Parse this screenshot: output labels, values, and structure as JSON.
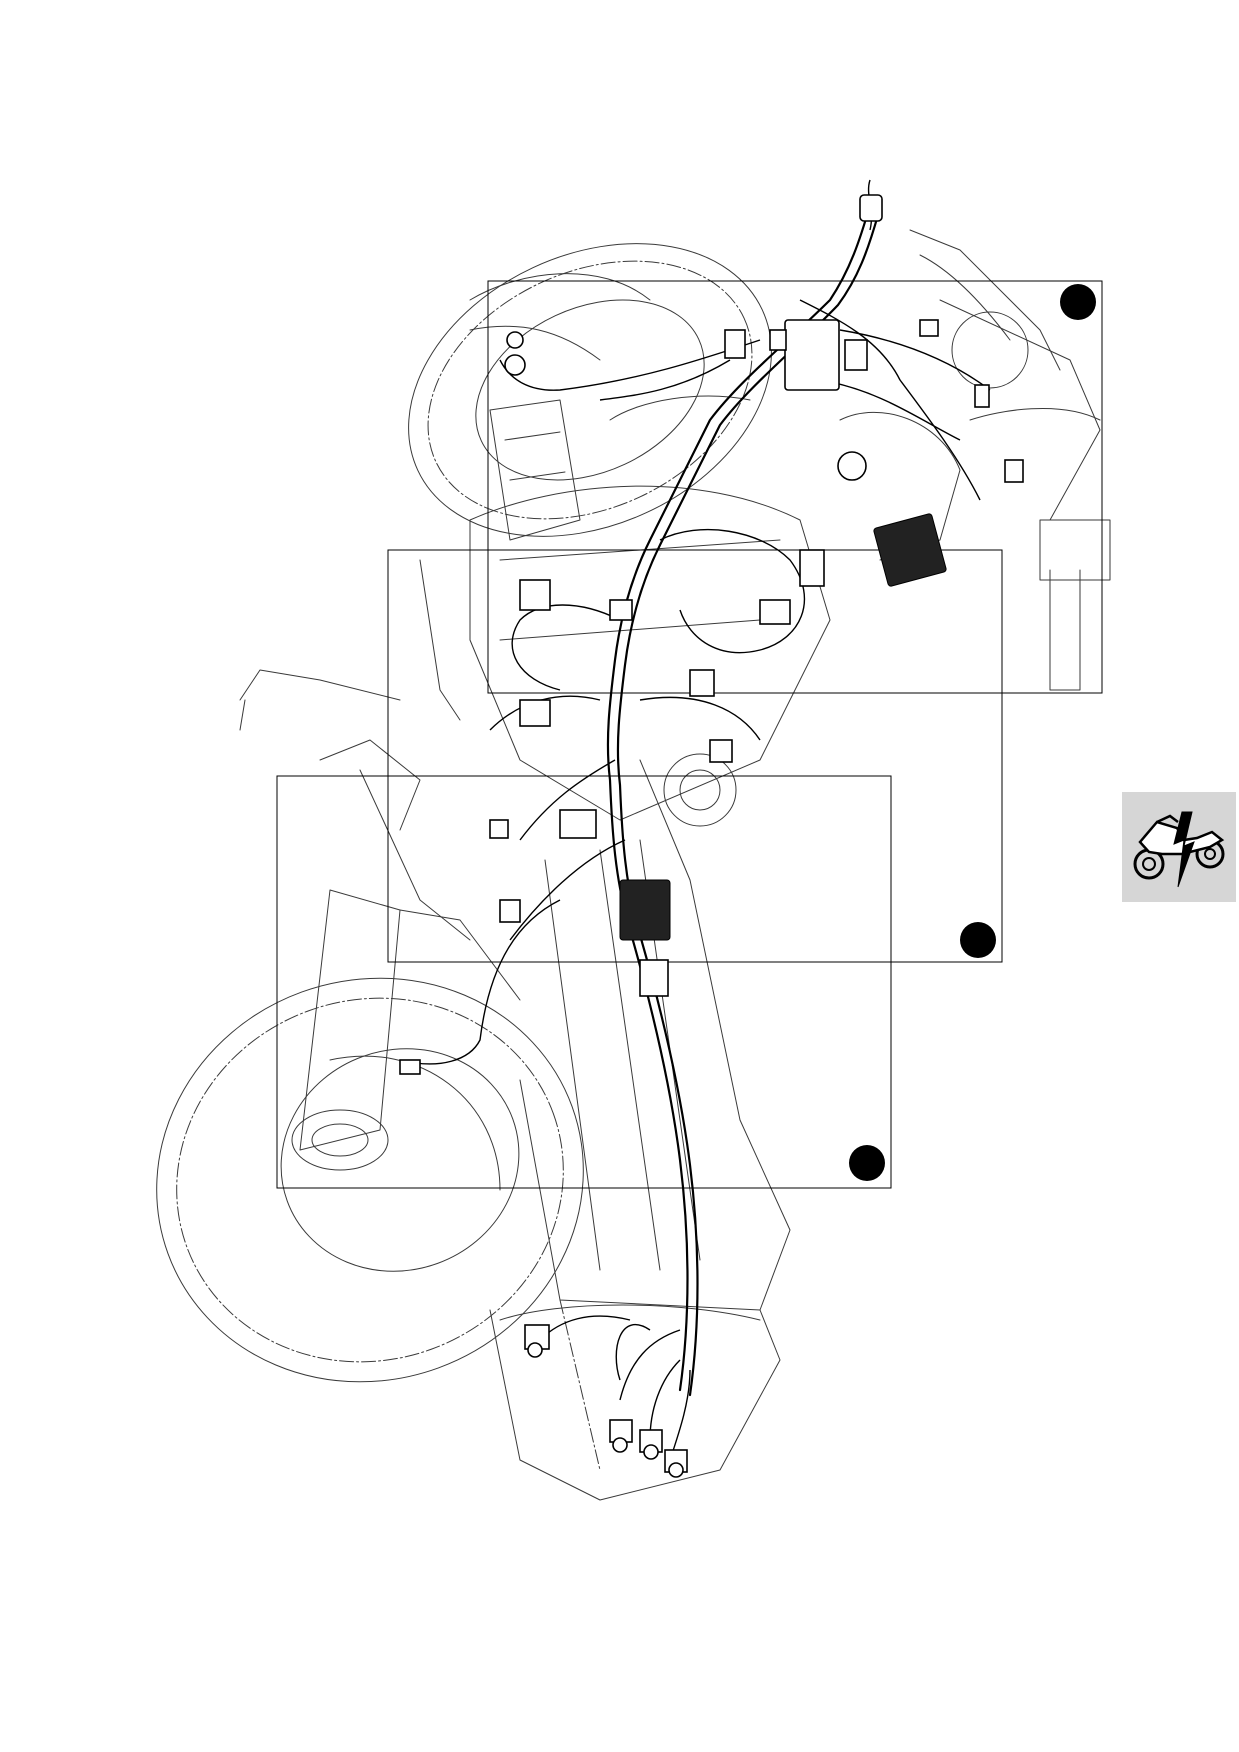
{
  "page": {
    "background": "#ffffff",
    "line_color": "#000000",
    "tab_background": "#d6d6d6"
  },
  "detail_boxes": [
    {
      "marker": "filled-circle"
    },
    {
      "marker": "filled-circle"
    },
    {
      "marker": "filled-circle"
    }
  ],
  "section_tab": {
    "icon": "motorcycle-electrical-icon"
  }
}
